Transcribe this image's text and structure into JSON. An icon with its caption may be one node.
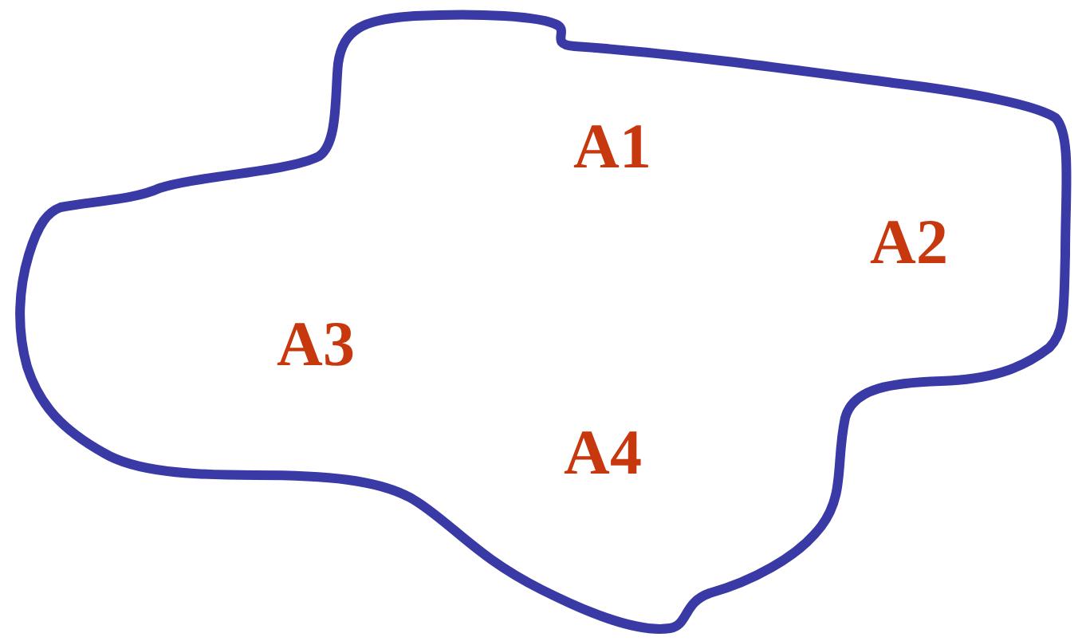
{
  "diagram": {
    "nodes": [
      {
        "text": [
          "A1",
          "A2",
          "A3",
          "A4"
        ]
      }
    ]
  }
}
